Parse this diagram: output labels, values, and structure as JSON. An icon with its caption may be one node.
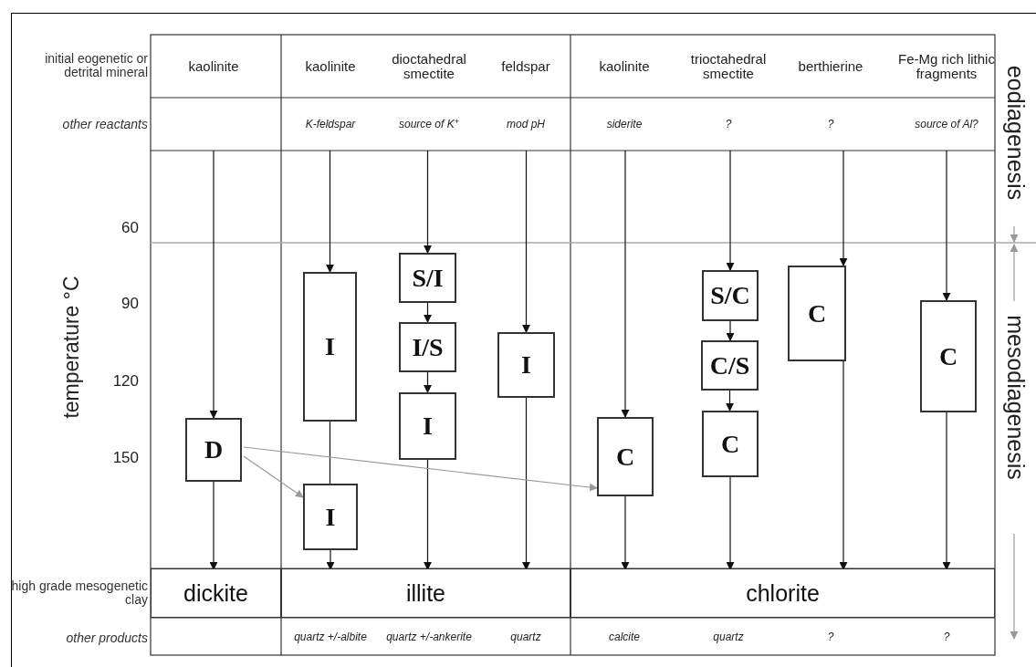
{
  "diagram": {
    "nodes": [
      {
        "text": [
          "D"
        ]
      },
      {
        "text": [
          "I"
        ]
      },
      {
        "text": [
          "I"
        ]
      },
      {
        "text": [
          "S/I"
        ]
      },
      {
        "text": [
          "I/S"
        ]
      },
      {
        "text": [
          "I"
        ]
      },
      {
        "text": [
          "I"
        ]
      },
      {
        "text": [
          "C"
        ]
      },
      {
        "text": [
          "S/C"
        ]
      },
      {
        "text": [
          "C/S"
        ]
      },
      {
        "text": [
          "C"
        ]
      },
      {
        "text": [
          "C"
        ]
      },
      {
        "text": [
          "C"
        ]
      },
      {
        "text": [
          "dickite"
        ]
      },
      {
        "text": [
          "illite"
        ]
      },
      {
        "text": [
          "chlorite"
        ]
      }
    ],
    "edges": [
      {
        "from": null,
        "to": 0,
        "arrow": "to"
      },
      {
        "from": 0,
        "to": 13,
        "arrow": "to"
      },
      {
        "from": null,
        "to": 1,
        "arrow": "to"
      },
      {
        "from": 1,
        "to": 2,
        "arrow": "none"
      },
      {
        "from": 2,
        "to": 14,
        "arrow": "to"
      },
      {
        "from": null,
        "to": 3,
        "arrow": "to"
      },
      {
        "from": 3,
        "to": 4,
        "arrow": "to"
      },
      {
        "from": 4,
        "to": 5,
        "arrow": "to"
      },
      {
        "from": 5,
        "to": 14,
        "arrow": "to"
      },
      {
        "from": null,
        "to": 6,
        "arrow": "to"
      },
      {
        "from": 6,
        "to": 14,
        "arrow": "to"
      },
      {
        "from": null,
        "to": 7,
        "arrow": "to"
      },
      {
        "from": 7,
        "to": 15,
        "arrow": "to"
      },
      {
        "from": null,
        "to": 8,
        "arrow": "to"
      },
      {
        "from": 8,
        "to": 9,
        "arrow": "to"
      },
      {
        "from": 9,
        "to": 10,
        "arrow": "to"
      },
      {
        "from": 10,
        "to": 15,
        "arrow": "to"
      },
      {
        "from": null,
        "to": 11,
        "arrow": "to"
      },
      {
        "from": 11,
        "to": 15,
        "arrow": "to"
      },
      {
        "from": null,
        "to": 12,
        "arrow": "to"
      },
      {
        "from": 12,
        "to": 15,
        "arrow": "to"
      },
      {
        "from": 0,
        "to": 2,
        "arrow": "to",
        "color": "#999999"
      },
      {
        "from": 0,
        "to": 7,
        "arrow": "to",
        "color": "#999999"
      }
    ],
    "labels": [
      "initial eogenetic or detrital mineral",
      "kaolinite",
      "kaolinite",
      "dioctahedral smectite",
      "feldspar",
      "kaolinite",
      "trioctahedral smectite",
      "berthierine",
      "Fe-Mg rich lithic fragments",
      "eodiagenesis",
      "other reactants",
      "K-feldspar",
      "source of K$^{+}$",
      "mod pH",
      "siderite",
      "?",
      "?",
      "source of Al?",
      "temperature °C",
      "60",
      "90",
      "120",
      "150",
      "mesodiagenesis",
      "high grade mesogenetic clay",
      "other products",
      "quartz +/-albite",
      "quartz +/-ankerite",
      "quartz",
      "calcite",
      "quartz",
      "?",
      "?"
    ]
  }
}
